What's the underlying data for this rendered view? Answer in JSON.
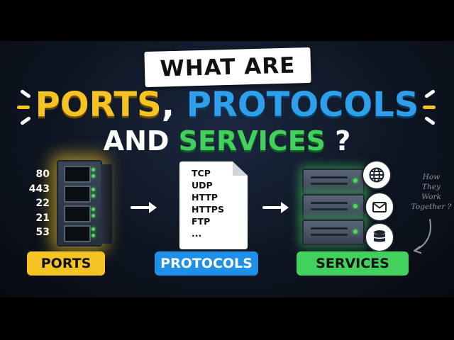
{
  "title": {
    "line1": "WHAT ARE",
    "ports_word": "PORTS",
    "comma": ",",
    "protocols_word": "PROTOCOLS",
    "and_word": "AND",
    "services_word": "SERVICES",
    "question_mark": "?"
  },
  "port_numbers": [
    "80",
    "443",
    "22",
    "21",
    "53"
  ],
  "protocol_list": [
    "TCP",
    "UDP",
    "HTTP",
    "HTTPS",
    "FTP",
    "..."
  ],
  "service_icons": [
    "globe-icon",
    "mail-icon",
    "database-icon"
  ],
  "side_note": [
    "How",
    "They",
    "Work",
    "Together ?"
  ],
  "labels": {
    "ports": "PORTS",
    "protocols": "PROTOCOLS",
    "services": "SERVICES"
  },
  "colors": {
    "ports": "#f6c324",
    "protocols": "#1e90e8",
    "services": "#43d15d",
    "background": "#0e1522"
  }
}
